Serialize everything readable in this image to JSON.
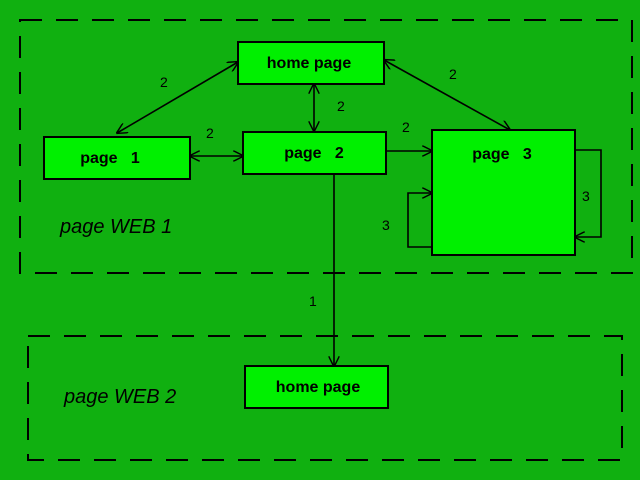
{
  "colors": {
    "background": "#10b010",
    "node_fill": "#00f000",
    "stroke": "#000000"
  },
  "regions": [
    {
      "id": "web1",
      "label": "page  WEB 1"
    },
    {
      "id": "web2",
      "label": "page  WEB 2"
    }
  ],
  "nodes": [
    {
      "id": "home1",
      "label": "home page"
    },
    {
      "id": "page1",
      "label": "page   1"
    },
    {
      "id": "page2",
      "label": "page   2"
    },
    {
      "id": "page3",
      "label": "page   3"
    },
    {
      "id": "home2",
      "label": "home page"
    }
  ],
  "edges": [
    {
      "id": "home1-page1",
      "from": "home1",
      "to": "page1",
      "label": "2",
      "bidirectional": true
    },
    {
      "id": "home1-page2",
      "from": "home1",
      "to": "page2",
      "label": "2",
      "bidirectional": true
    },
    {
      "id": "home1-page3",
      "from": "home1",
      "to": "page3",
      "label": "2",
      "bidirectional": true
    },
    {
      "id": "page1-page2",
      "from": "page1",
      "to": "page2",
      "label": "2",
      "bidirectional": true
    },
    {
      "id": "page2-page3",
      "from": "page2",
      "to": "page3",
      "label": "2",
      "bidirectional": false
    },
    {
      "id": "page3-self-left",
      "from": "page3",
      "to": "page3",
      "label": "3",
      "bidirectional": false
    },
    {
      "id": "page3-self-right",
      "from": "page3",
      "to": "page3",
      "label": "3",
      "bidirectional": false
    },
    {
      "id": "page2-home2",
      "from": "page2",
      "to": "home2",
      "label": "1",
      "bidirectional": false
    }
  ]
}
